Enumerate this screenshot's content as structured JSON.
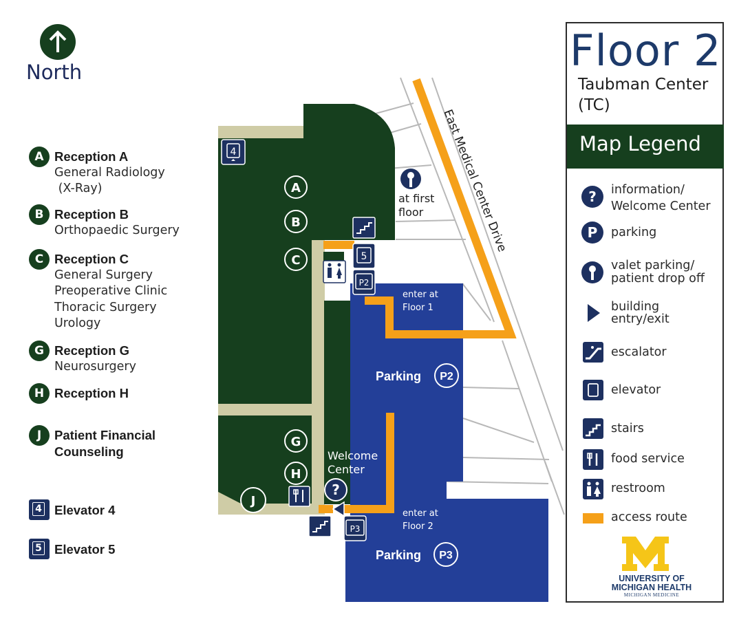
{
  "north": {
    "label": "North",
    "icon": "up-arrow-icon"
  },
  "receptions": [
    {
      "badge": "A",
      "title": "Reception A",
      "lines": [
        "General Radiology",
        " (X-Ray)"
      ]
    },
    {
      "badge": "B",
      "title": "Reception B",
      "lines": [
        "Orthopaedic Surgery"
      ]
    },
    {
      "badge": "C",
      "title": "Reception C",
      "lines": [
        "General Surgery",
        "Preoperative Clinic",
        "Thoracic Surgery",
        "Urology"
      ]
    },
    {
      "badge": "G",
      "title": "Reception G",
      "lines": [
        "Neurosurgery"
      ]
    },
    {
      "badge": "H",
      "title": "Reception H",
      "lines": []
    },
    {
      "badge": "J",
      "title": "Patient Financial",
      "lines": [
        "Counseling"
      ]
    }
  ],
  "elevators": [
    {
      "number": "4",
      "label": "Elevator 4"
    },
    {
      "number": "5",
      "label": "Elevator 5"
    }
  ],
  "panel": {
    "floor_title": "Floor 2",
    "building_line1": "Taubman Center",
    "building_line2": "(TC)",
    "legend_title": "Map Legend",
    "items": [
      {
        "icon": "information-icon",
        "symbol": "?",
        "line1": "information/",
        "line2": "Welcome Center"
      },
      {
        "icon": "parking-icon",
        "symbol": "P",
        "line1": "parking",
        "line2": ""
      },
      {
        "icon": "valet-parking-icon",
        "symbol": "",
        "line1": "valet parking/",
        "line2": "patient drop off"
      },
      {
        "icon": "entry-exit-icon",
        "symbol": "",
        "line1": "building",
        "line2": "entry/exit"
      },
      {
        "icon": "escalator-icon",
        "symbol": "",
        "line1": "escalator",
        "line2": ""
      },
      {
        "icon": "elevator-icon",
        "symbol": "",
        "line1": "elevator",
        "line2": ""
      },
      {
        "icon": "stairs-icon",
        "symbol": "",
        "line1": "stairs",
        "line2": ""
      },
      {
        "icon": "food-service-icon",
        "symbol": "",
        "line1": "food service",
        "line2": ""
      },
      {
        "icon": "restroom-icon",
        "symbol": "",
        "line1": "restroom",
        "line2": ""
      },
      {
        "icon": "access-route-swatch",
        "symbol": "",
        "line1": "access route",
        "line2": ""
      }
    ],
    "logo_letter": "M",
    "logo_line1": "UNIVERSITY OF",
    "logo_line2": "MICHIGAN HEALTH",
    "logo_line3": "MICHIGAN MEDICINE"
  },
  "map": {
    "street_name": "East Medical Center Drive",
    "valet_note_line1": "at first",
    "valet_note_line2": "floor",
    "parking_p2_label": "Parking",
    "parking_p2_badge": "P2",
    "parking_p3_label": "Parking",
    "parking_p3_badge": "P3",
    "enter_p2_line1": "enter at",
    "enter_p2_line2": "Floor 1",
    "enter_p3_line1": "enter at",
    "enter_p3_line2": "Floor 2",
    "welcome_line1": "Welcome",
    "welcome_line2": "Center",
    "markers": [
      "A",
      "B",
      "C",
      "G",
      "H",
      "J"
    ],
    "elevator_4": "4",
    "elevator_5": "5",
    "elevator_p2": "P2",
    "elevator_p3": "P3",
    "info_symbol": "?"
  },
  "colors": {
    "building_green": "#163f1e",
    "corridor_beige": "#cfcca6",
    "parking_blue": "#233f98",
    "route_orange": "#f5a019",
    "icon_navy": "#1d3060",
    "logo_yellow": "#f5c518"
  }
}
